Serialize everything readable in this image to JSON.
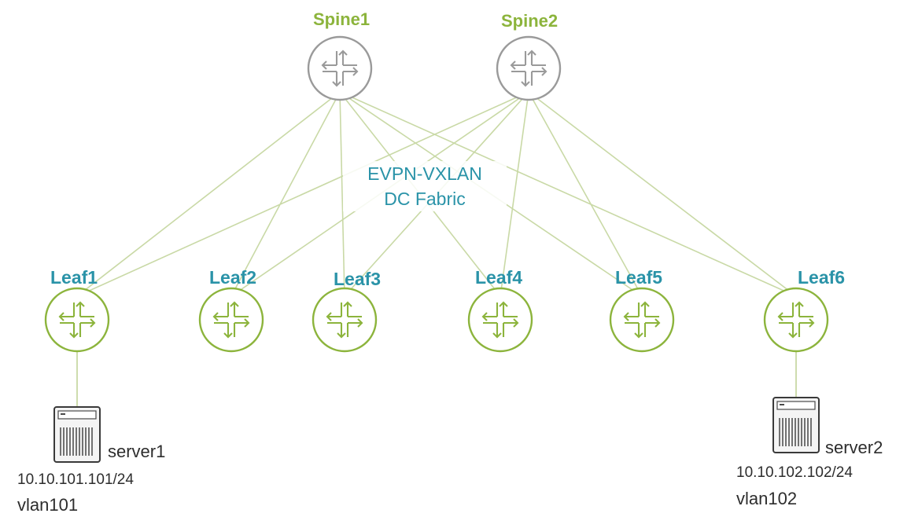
{
  "spines": [
    {
      "id": "spine1",
      "label": "Spine1"
    },
    {
      "id": "spine2",
      "label": "Spine2"
    }
  ],
  "leaves": [
    {
      "id": "leaf1",
      "label": "Leaf1"
    },
    {
      "id": "leaf2",
      "label": "Leaf2"
    },
    {
      "id": "leaf3",
      "label": "Leaf3"
    },
    {
      "id": "leaf4",
      "label": "Leaf4"
    },
    {
      "id": "leaf5",
      "label": "Leaf5"
    },
    {
      "id": "leaf6",
      "label": "Leaf6"
    }
  ],
  "fabric": {
    "line1": "EVPN-VXLAN",
    "line2": "DC Fabric"
  },
  "servers": [
    {
      "id": "server1",
      "label": "server1",
      "ip": "10.10.101.101/24",
      "vlan": "vlan101",
      "attached_to": "leaf1"
    },
    {
      "id": "server2",
      "label": "server2",
      "ip": "10.10.102.102/24",
      "vlan": "vlan102",
      "attached_to": "leaf6"
    }
  ],
  "links": [
    [
      "spine1",
      "leaf1"
    ],
    [
      "spine1",
      "leaf2"
    ],
    [
      "spine1",
      "leaf3"
    ],
    [
      "spine1",
      "leaf4"
    ],
    [
      "spine1",
      "leaf5"
    ],
    [
      "spine1",
      "leaf6"
    ],
    [
      "spine2",
      "leaf1"
    ],
    [
      "spine2",
      "leaf2"
    ],
    [
      "spine2",
      "leaf3"
    ],
    [
      "spine2",
      "leaf4"
    ],
    [
      "spine2",
      "leaf5"
    ],
    [
      "spine2",
      "leaf6"
    ]
  ],
  "colors": {
    "spine": "#9a9a9a",
    "leaf": "#8cb43c",
    "link": "#c9d9a6",
    "spine_label": "#8cb43c",
    "leaf_label": "#2a93a8",
    "fabric_label": "#2a93a8",
    "server_text": "#2d2d2d"
  },
  "icons": {
    "spine": "router-icon",
    "leaf": "router-icon",
    "server": "server-icon"
  }
}
